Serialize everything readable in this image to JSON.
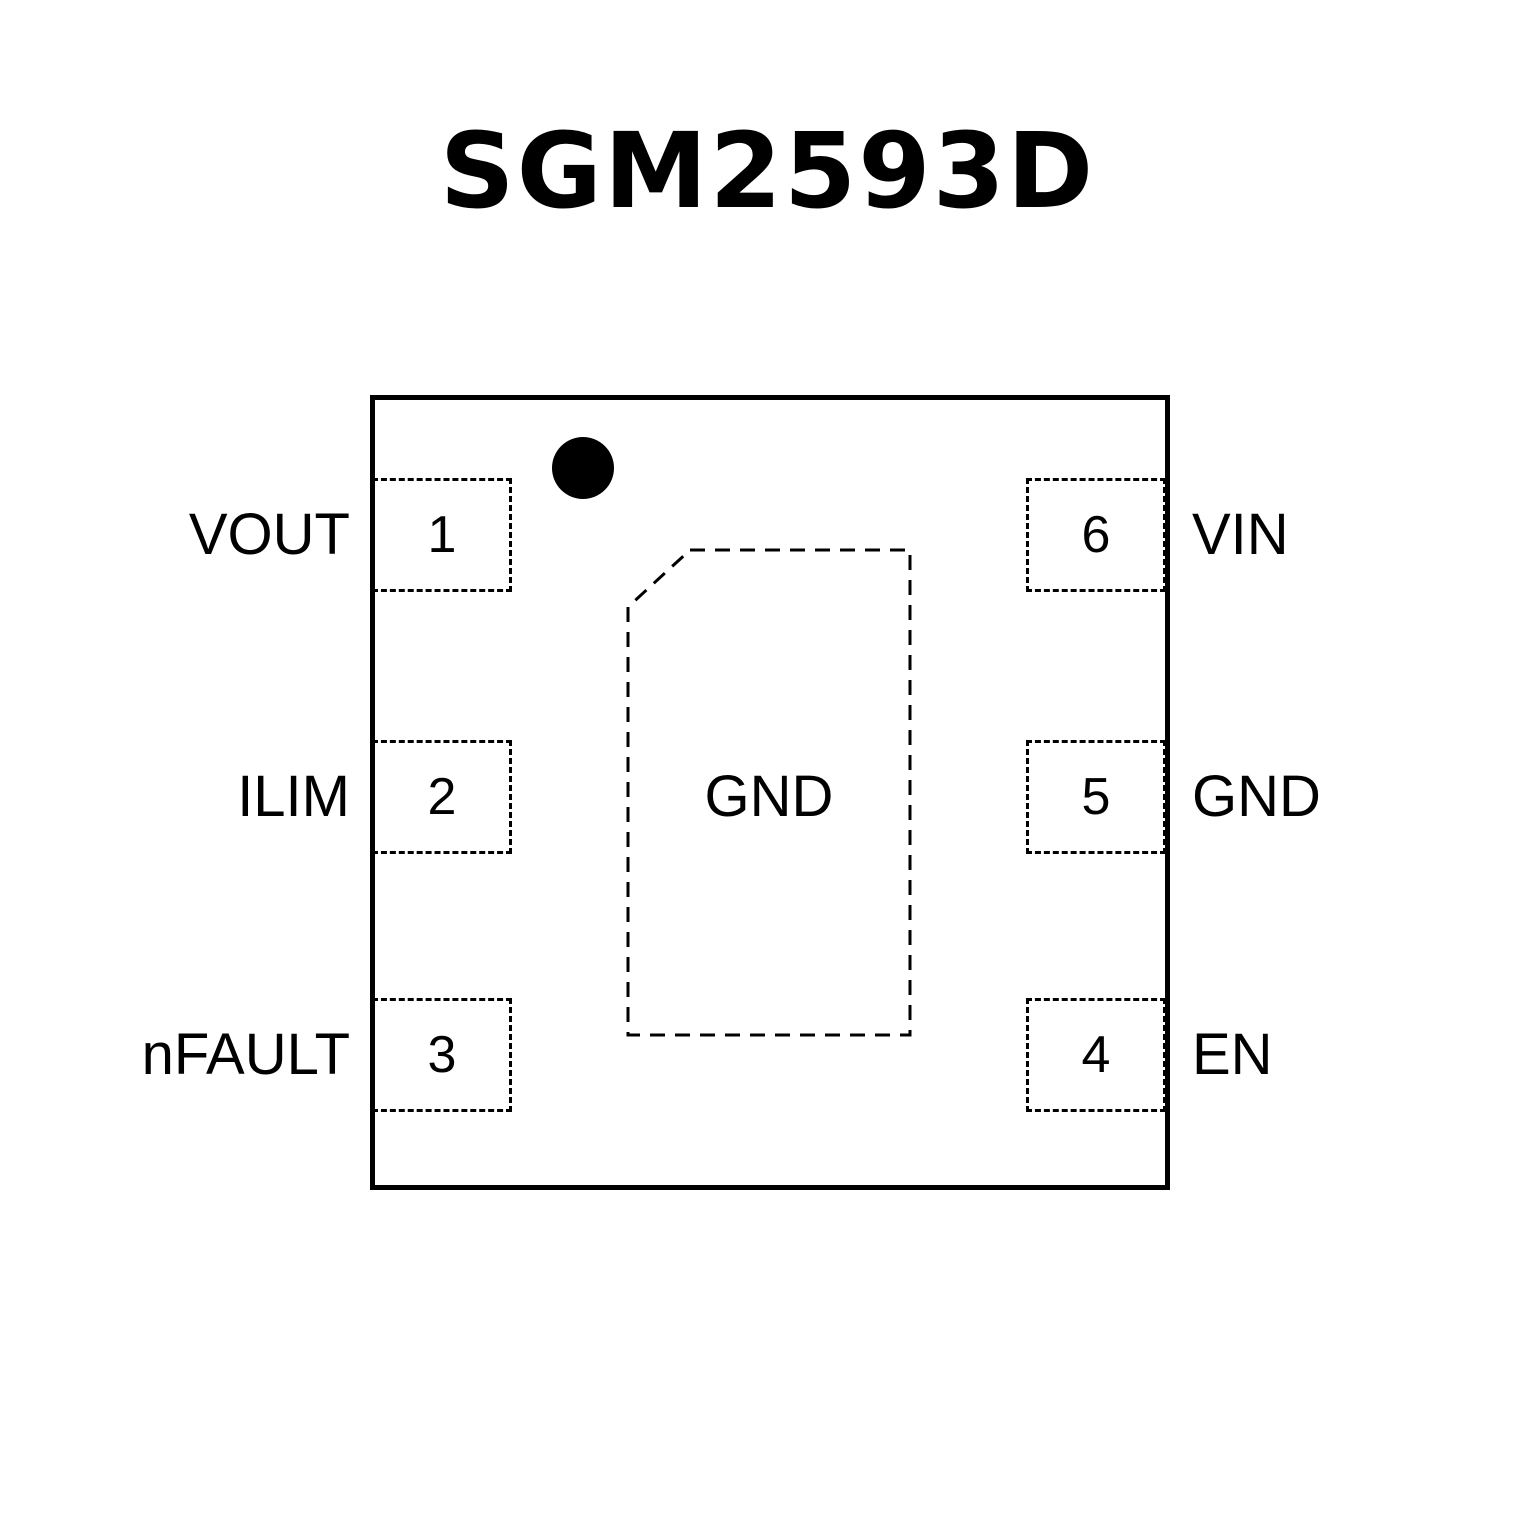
{
  "title": "SGM2593D",
  "chip": {
    "left_pins": [
      {
        "number": "1",
        "label": "VOUT"
      },
      {
        "number": "2",
        "label": "ILIM"
      },
      {
        "number": "3",
        "label": "nFAULT"
      }
    ],
    "right_pins": [
      {
        "number": "6",
        "label": "VIN"
      },
      {
        "number": "5",
        "label": "GND"
      },
      {
        "number": "4",
        "label": "EN"
      }
    ],
    "thermal_pad_label": "GND",
    "colors": {
      "line": "#000000",
      "background": "#ffffff"
    }
  }
}
